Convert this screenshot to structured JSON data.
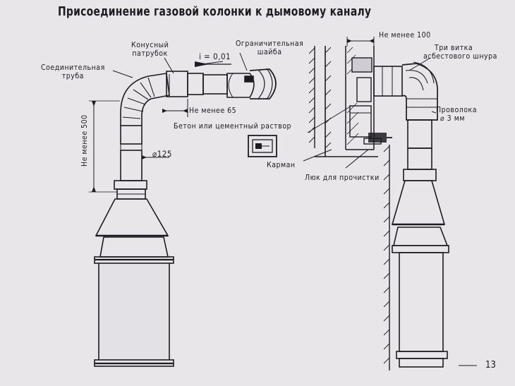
{
  "title": "Присоединение газовой колонки к дымовому каналу",
  "labels": {
    "conical_nozzle": [
      "Конусный",
      "патрубок"
    ],
    "slope": "i = 0,01",
    "restrictor_washer": [
      "Ограничительная",
      "шайба"
    ],
    "connecting_pipe": [
      "Соединительная",
      "труба"
    ],
    "min_65": "Не менее 65",
    "min_500": "Не менее 500",
    "concrete": "Бетон или цементный раствор",
    "diameter_125": "⌀125",
    "pocket": "Карман",
    "min_100": "Не менее 100",
    "asbestos": [
      "Три витка",
      "асбестового шнура"
    ],
    "wire": [
      "Проволока",
      "⌀ 3 мм"
    ],
    "cleanout_hatch": "Люк для прочистки"
  },
  "page_number": "13"
}
